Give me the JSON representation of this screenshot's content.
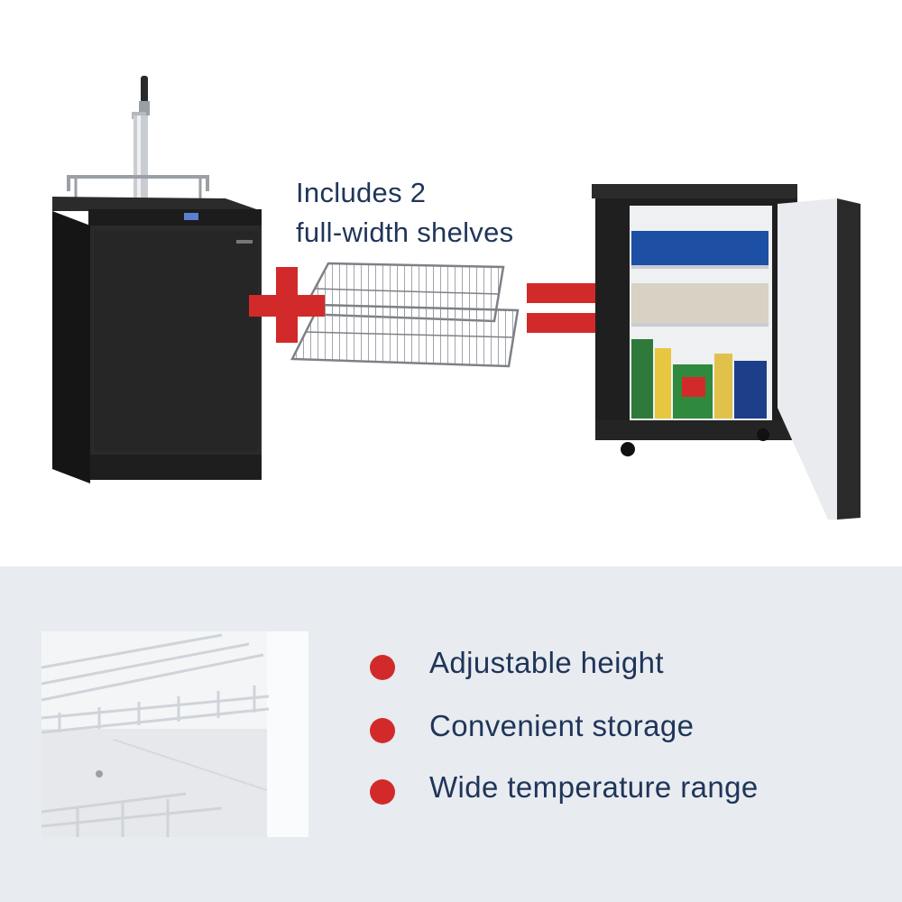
{
  "caption": {
    "line1": "Includes 2",
    "line2": "full-width shelves"
  },
  "features": [
    {
      "label": "Adjustable height"
    },
    {
      "label": "Convenient storage"
    },
    {
      "label": "Wide temperature range"
    }
  ],
  "colors": {
    "accent": "#d22a2a",
    "text": "#1f3559",
    "panel": "#e8ebf0"
  },
  "icons": {
    "plus": "plus-icon",
    "equals": "equals-icon",
    "bullet": "bullet-dot-icon"
  }
}
